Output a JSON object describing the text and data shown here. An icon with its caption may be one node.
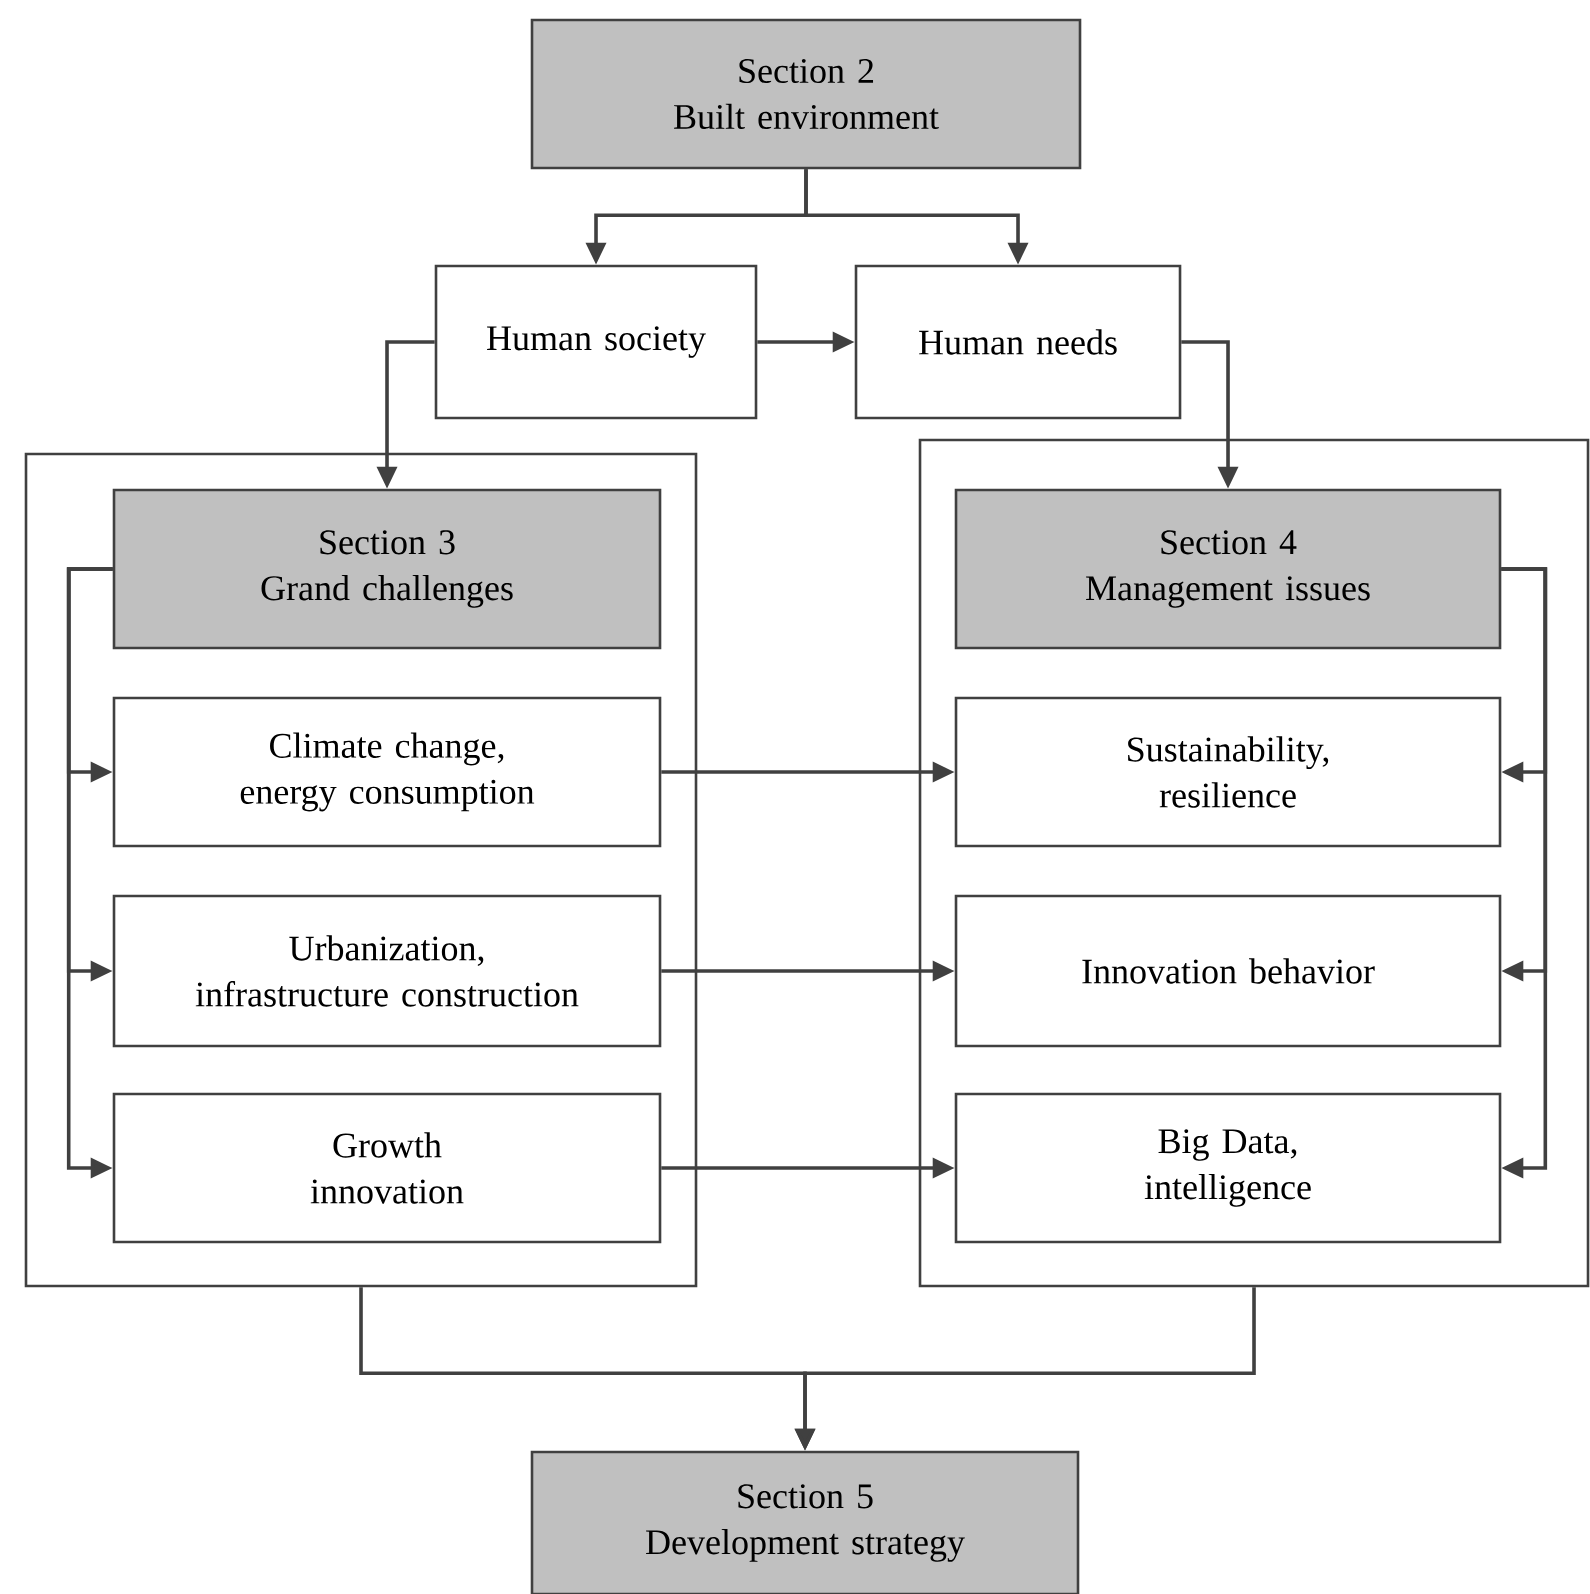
{
  "diagram": {
    "nodes": [
      {
        "text": [
          "Section 2",
          "Built environment"
        ]
      },
      {
        "text": [
          "Human society"
        ]
      },
      {
        "text": [
          "Human needs"
        ]
      },
      {
        "text": [],
        "shape": "box"
      },
      {
        "text": [
          "Section 3",
          "Grand challenges"
        ],
        "in": 3
      },
      {
        "text": [
          "Climate change, energy consumption"
        ],
        "in": 3
      },
      {
        "text": [
          "Urbanization, infrastructure construction"
        ],
        "in": 3
      },
      {
        "text": [
          "Growth innovation"
        ],
        "in": 3
      },
      {
        "text": [],
        "shape": "box"
      },
      {
        "text": [
          "Section 4",
          "Management issues"
        ],
        "in": 8
      },
      {
        "text": [
          "Sustainability, resilience"
        ],
        "in": 8
      },
      {
        "text": [
          "Innovation behavior"
        ],
        "in": 8
      },
      {
        "text": [
          "Big Data, intelligence"
        ],
        "in": 8
      },
      {
        "text": [
          "Section 5",
          "Development strategy"
        ]
      }
    ],
    "edges": [
      {
        "from": 0,
        "to": 1,
        "arrow": "to"
      },
      {
        "from": 0,
        "to": 2,
        "arrow": "to"
      },
      {
        "from": 1,
        "to": 2,
        "arrow": "to"
      },
      {
        "from": 1,
        "to": 4,
        "arrow": "to"
      },
      {
        "from": 2,
        "to": 9,
        "arrow": "to"
      },
      {
        "from": 4,
        "to": 5,
        "arrow": "to"
      },
      {
        "from": 4,
        "to": 6,
        "arrow": "to"
      },
      {
        "from": 4,
        "to": 7,
        "arrow": "to"
      },
      {
        "from": 5,
        "to": 10,
        "arrow": "to"
      },
      {
        "from": 6,
        "to": 11,
        "arrow": "to"
      },
      {
        "from": 7,
        "to": 12,
        "arrow": "to"
      },
      {
        "from": 9,
        "to": 10,
        "arrow": "to"
      },
      {
        "from": 9,
        "to": 11,
        "arrow": "to"
      },
      {
        "from": 9,
        "to": 12,
        "arrow": "to"
      },
      {
        "from": 3,
        "to": 13,
        "arrow": "to"
      },
      {
        "from": 8,
        "to": 13,
        "arrow": "to"
      }
    ]
  }
}
